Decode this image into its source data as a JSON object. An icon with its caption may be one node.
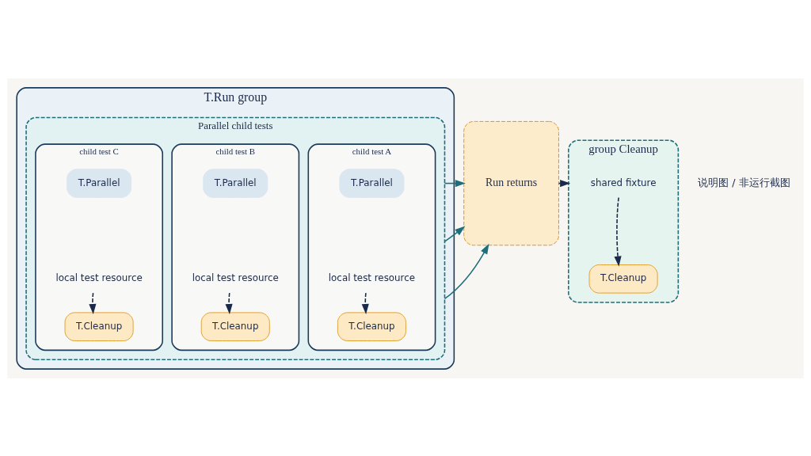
{
  "diagram": {
    "nodes": [
      {
        "text": [
          "T.Run group"
        ]
      },
      {
        "text": [
          "Parallel child tests"
        ],
        "in": 0
      },
      {
        "text": [
          "child test A"
        ],
        "in": 1
      },
      {
        "text": [
          "T.Parallel"
        ],
        "in": 2
      },
      {
        "text": [
          "local test resource"
        ],
        "in": 2
      },
      {
        "text": [
          "T.Cleanup"
        ],
        "in": 2
      },
      {
        "text": [
          "child test B"
        ],
        "in": 1
      },
      {
        "text": [
          "T.Parallel"
        ],
        "in": 6
      },
      {
        "text": [
          "local test resource"
        ],
        "in": 6
      },
      {
        "text": [
          "T.Cleanup"
        ],
        "in": 6
      },
      {
        "text": [
          "child test C"
        ],
        "in": 1
      },
      {
        "text": [
          "T.Parallel"
        ],
        "in": 10
      },
      {
        "text": [
          "local test resource"
        ],
        "in": 10
      },
      {
        "text": [
          "T.Cleanup"
        ],
        "in": 10
      },
      {
        "text": [
          "Run returns"
        ]
      },
      {
        "text": [
          "group Cleanup"
        ]
      },
      {
        "text": [
          "shared fixture"
        ],
        "in": 15
      },
      {
        "text": [
          "T.Cleanup"
        ],
        "in": 15
      }
    ],
    "edges": [
      {
        "from": 4,
        "to": 5,
        "arrow": "to",
        "style": "dashed"
      },
      {
        "from": 8,
        "to": 9,
        "arrow": "to",
        "style": "dashed"
      },
      {
        "from": 12,
        "to": 13,
        "arrow": "to",
        "style": "dashed"
      },
      {
        "from": 1,
        "to": 14,
        "arrow": "to",
        "color": "#1f6f7a"
      },
      {
        "from": 1,
        "to": 14,
        "arrow": "to",
        "color": "#1f6f7a"
      },
      {
        "from": 1,
        "to": 14,
        "arrow": "to",
        "color": "#1f6f7a"
      },
      {
        "from": 14,
        "to": 15,
        "arrow": "to"
      },
      {
        "from": 16,
        "to": 17,
        "arrow": "to",
        "style": "dashed"
      }
    ],
    "labels": [
      "说明图 / 非运行截图"
    ]
  }
}
